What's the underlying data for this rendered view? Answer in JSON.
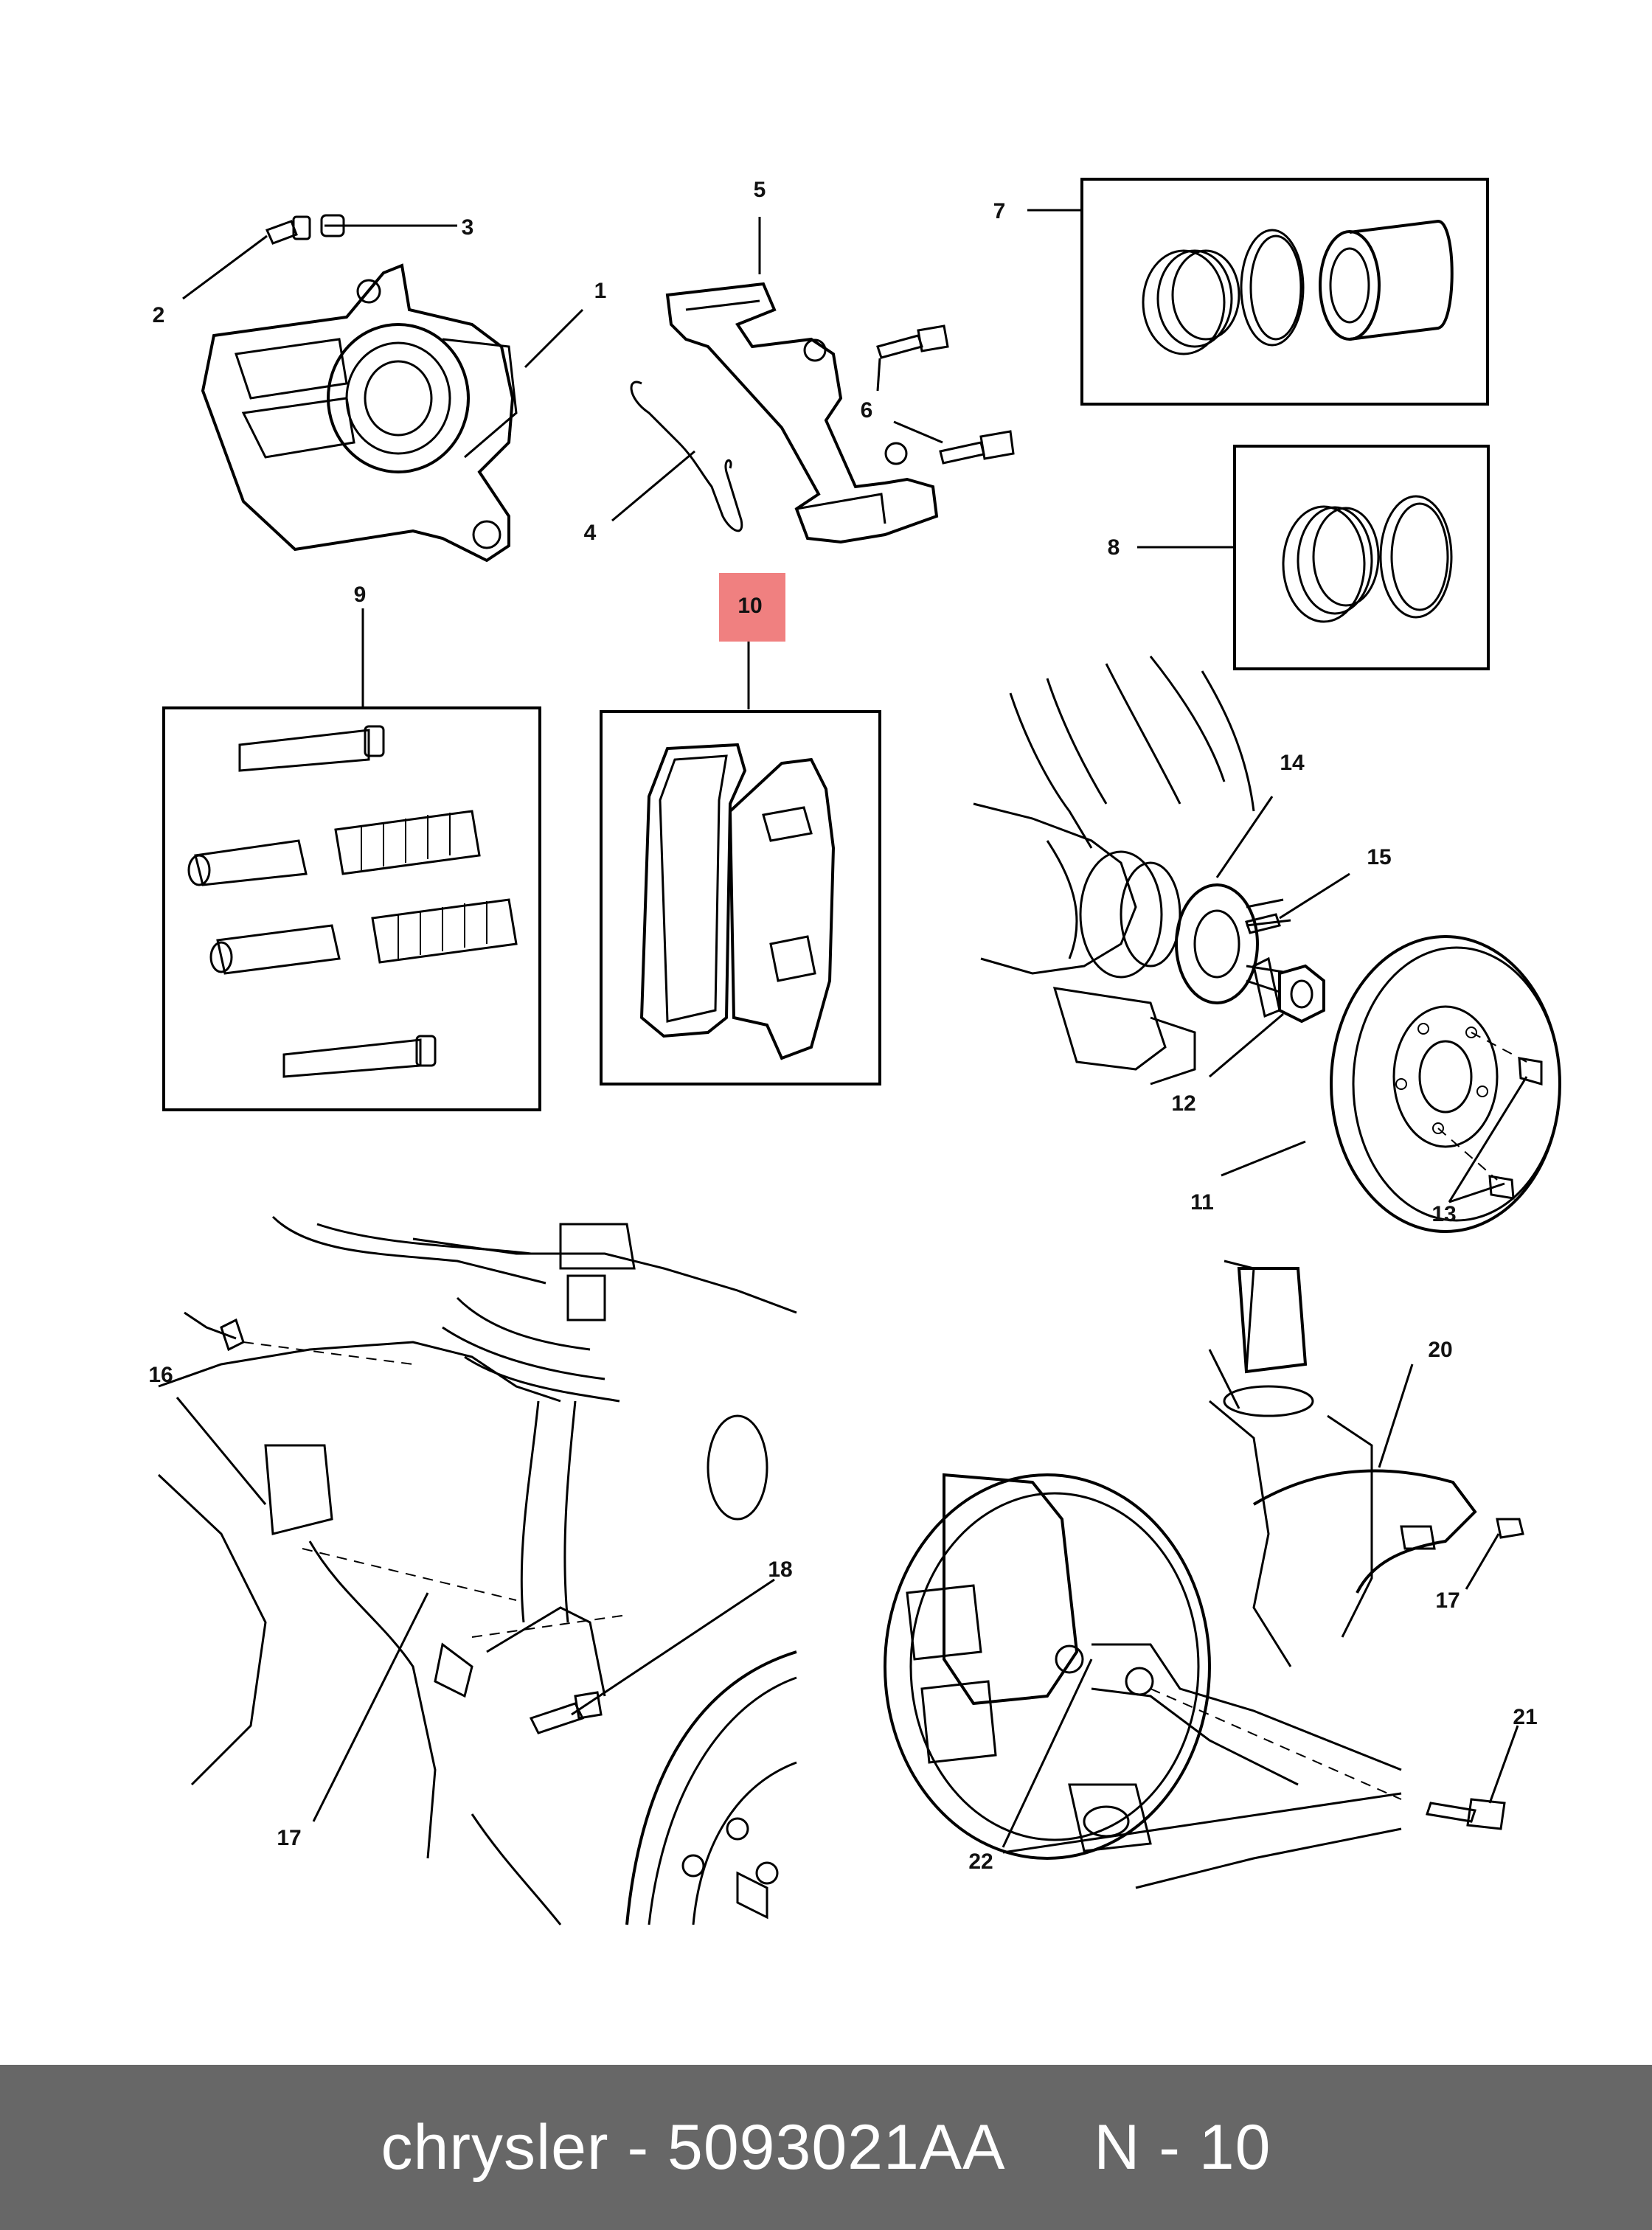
{
  "callouts": {
    "c1": "1",
    "c2": "2",
    "c3": "3",
    "c4": "4",
    "c5": "5",
    "c6": "6",
    "c7": "7",
    "c8": "8",
    "c9": "9",
    "c10": "10",
    "c11": "11",
    "c12": "12",
    "c13": "13",
    "c14": "14",
    "c15": "15",
    "c16": "16",
    "c17a": "17",
    "c17b": "17",
    "c18": "18",
    "c20": "20",
    "c21": "21",
    "c22": "22"
  },
  "highlight": {
    "color": "#f08080"
  },
  "footer": {
    "text": "chrysler - 5093021AA     N - 10"
  }
}
